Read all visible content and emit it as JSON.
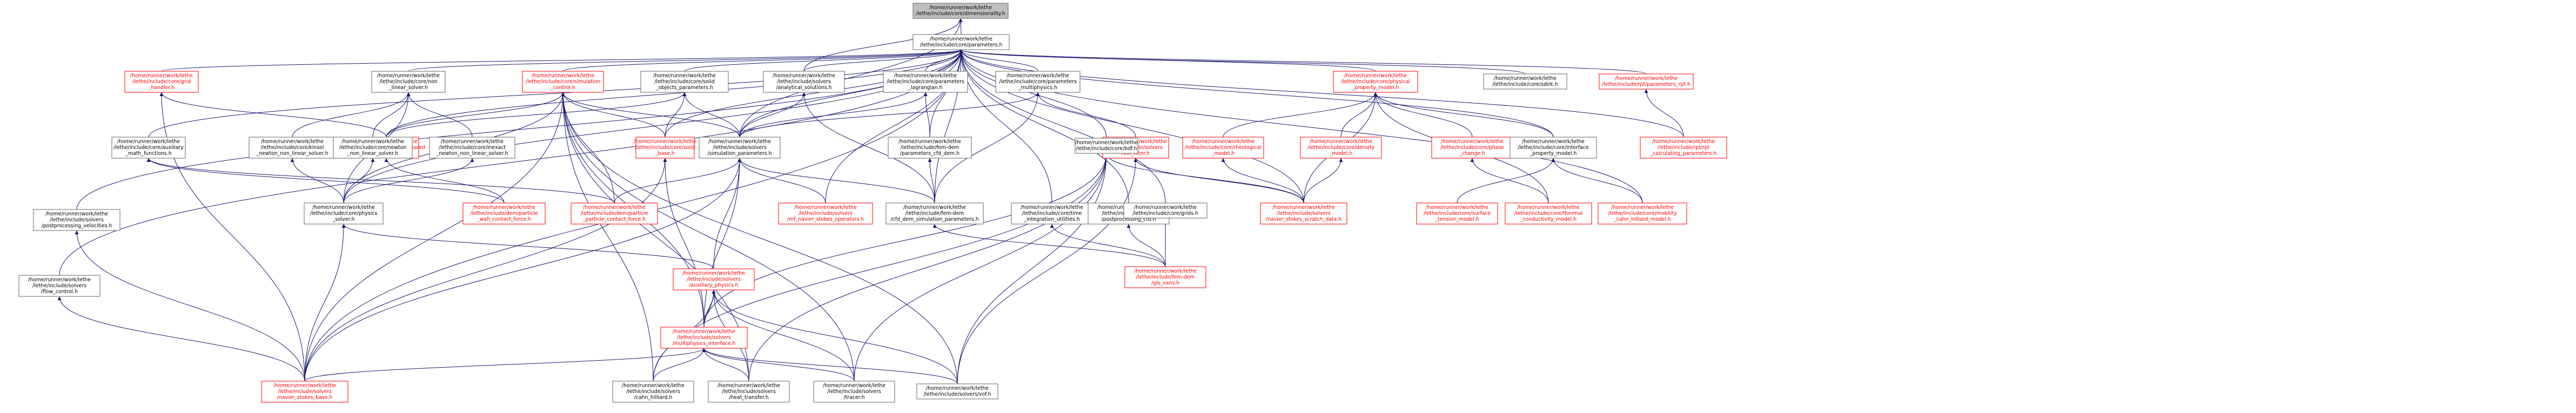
{
  "palette": {
    "edge": "#191970",
    "border": "#666666",
    "root_fill": "#bfbfbf",
    "red": "#ff0000"
  },
  "nodes": [
    {
      "id": "dim",
      "lines": [
        "/home/runner/work/lethe",
        "/lethe/include/core/dimensionality.h"
      ],
      "root": true
    },
    {
      "id": "params",
      "lines": [
        "/home/runner/work/lethe",
        "/lethe/include/core/parameters.h"
      ]
    },
    {
      "id": "grid_handler",
      "lines": [
        "/home/runner/work/lethe",
        "/lethe/include/core/grid",
        "_handler.h"
      ],
      "red": true
    },
    {
      "id": "nonlinear",
      "lines": [
        "/home/runner/work/lethe",
        "/lethe/include/core/non",
        "_linear_solver.h"
      ]
    },
    {
      "id": "sim_control",
      "lines": [
        "/home/runner/work/lethe",
        "/lethe/include/core/simulation",
        "_control.h"
      ],
      "red": true
    },
    {
      "id": "solid_obj",
      "lines": [
        "/home/runner/work/lethe",
        "/lethe/include/core/solid",
        "_objects_parameters.h"
      ]
    },
    {
      "id": "analytical",
      "lines": [
        "/home/runner/work/lethe",
        "/lethe/include/solvers",
        "/analytical_solutions.h"
      ]
    },
    {
      "id": "lagrangian",
      "lines": [
        "/home/runner/work/lethe",
        "/lethe/include/core/parameters",
        "_lagrangian.h"
      ]
    },
    {
      "id": "multiphysics_p",
      "lines": [
        "/home/runner/work/lethe",
        "/lethe/include/core/parameters",
        "_multiphysics.h"
      ]
    },
    {
      "id": "physprop",
      "lines": [
        "/home/runner/work/lethe",
        "/lethe/include/core/physical",
        "_property_model.h"
      ],
      "red": true
    },
    {
      "id": "sdirk",
      "lines": [
        "/home/runner/work/lethe",
        "/lethe/include/core/sdirk.h"
      ]
    },
    {
      "id": "rpt_params",
      "lines": [
        "/home/runner/work/lethe",
        "/lethe/include/rpt/parameters_rpt.h"
      ],
      "red": true
    },
    {
      "id": "aux_math",
      "lines": [
        "/home/runner/work/lethe",
        "/lethe/include/core/auxiliary",
        "_math_functions.h"
      ]
    },
    {
      "id": "ext_solid",
      "lines": [
        "/home/runner/work/lethe",
        "/lethe/include/fem-dem/shared",
        "_solid.h"
      ],
      "red": true
    },
    {
      "id": "kinsol",
      "lines": [
        "/home/runner/work/lethe",
        "/lethe/include/core/kinsol",
        "_newton_non_linear_solver.h"
      ]
    },
    {
      "id": "newton",
      "lines": [
        "/home/runner/work/lethe",
        "/lethe/include/core/newton",
        "_non_linear_solver.h"
      ]
    },
    {
      "id": "inexact",
      "lines": [
        "/home/runner/work/lethe",
        "/lethe/include/core/inexact",
        "_newton_non_linear_solver.h"
      ]
    },
    {
      "id": "solid_base",
      "lines": [
        "/home/runner/work/lethe",
        "/lethe/include/core/solid",
        "_base.h"
      ],
      "red": true
    },
    {
      "id": "sim_params",
      "lines": [
        "/home/runner/work/lethe",
        "/lethe/include/solvers",
        "/simulation_parameters.h"
      ]
    },
    {
      "id": "cfd_dem_params",
      "lines": [
        "/home/runner/work/lethe",
        "/lethe/include/fem-dem",
        "/parameters_cfd_dem.h"
      ]
    },
    {
      "id": "vof_filter",
      "lines": [
        "/home/runner/work/lethe",
        "/lethe/include/solvers",
        "/vof_filter.h"
      ],
      "red": true
    },
    {
      "id": "rheo",
      "lines": [
        "/home/runner/work/lethe",
        "/lethe/include/core/rheological",
        "_model.h"
      ],
      "red": true
    },
    {
      "id": "density",
      "lines": [
        "/home/runner/work/lethe",
        "/lethe/include/core/density",
        "_model.h"
      ],
      "red": true
    },
    {
      "id": "phase_change",
      "lines": [
        "/home/runner/work/lethe",
        "/lethe/include/core/phase",
        "_change.h"
      ],
      "red": true
    },
    {
      "id": "interface_prop",
      "lines": [
        "/home/runner/work/lethe",
        "/lethe/include/core/interface",
        "_property_model.h"
      ]
    },
    {
      "id": "rpt_calc",
      "lines": [
        "/home/runner/work/lethe",
        "/lethe/include/rpt/rpt",
        "_calculating_parameters.h"
      ],
      "red": true
    },
    {
      "id": "postproc_vel",
      "lines": [
        "/home/runner/work/lethe",
        "/lethe/include/solvers",
        "/postprocessing_velocities.h"
      ]
    },
    {
      "id": "dem_wall",
      "lines": [
        "/home/runner/work/lethe",
        "/lethe/include/dem/particle",
        "_wall_contact_force.h"
      ],
      "red": true
    },
    {
      "id": "phys_solver",
      "lines": [
        "/home/runner/work/lethe",
        "/lethe/include/core/physics",
        "_solver.h"
      ]
    },
    {
      "id": "dem_pp",
      "lines": [
        "/home/runner/work/lethe",
        "/lethe/include/dem/particle",
        "_particle_contact_force.h"
      ],
      "red": true
    },
    {
      "id": "mf_ns",
      "lines": [
        "/home/runner/work/lethe",
        "/lethe/include/solvers",
        "/mf_navier_stokes_operators.h"
      ],
      "red": true
    },
    {
      "id": "cfd_dem_sim",
      "lines": [
        "/home/runner/work/lethe",
        "/lethe/include/fem-dem",
        "/cfd_dem_simulation_parameters.h"
      ]
    },
    {
      "id": "time_integ",
      "lines": [
        "/home/runner/work/lethe",
        "/lethe/include/core/time",
        "_integration_utilities.h"
      ]
    },
    {
      "id": "postproc_cfd",
      "lines": [
        "/home/runner/work/lethe",
        "/lethe/include/solvers",
        "/postprocessing_cfd.h"
      ]
    },
    {
      "id": "bdf",
      "lines": [
        "/home/runner/work/lethe",
        "/lethe/include/core/bdf.h"
      ]
    },
    {
      "id": "grids",
      "lines": [
        "/home/runner/work/lethe",
        "/lethe/include/core/grids.h"
      ]
    },
    {
      "id": "ns_scratch",
      "lines": [
        "/home/runner/work/lethe",
        "/lethe/include/solvers",
        "/navier_stokes_scratch_data.h"
      ],
      "red": true
    },
    {
      "id": "surface_tension",
      "lines": [
        "/home/runner/work/lethe",
        "/lethe/include/core/surface",
        "_tension_model.h"
      ],
      "red": true
    },
    {
      "id": "thermal_cond",
      "lines": [
        "/home/runner/work/lethe",
        "/lethe/include/core/thermal",
        "_conductivity_model.h"
      ],
      "red": true
    },
    {
      "id": "mobility",
      "lines": [
        "/home/runner/work/lethe",
        "/lethe/include/core/mobility",
        "_cahn_hilliard_model.h"
      ],
      "red": true
    },
    {
      "id": "flow_control",
      "lines": [
        "/home/runner/work/lethe",
        "/lethe/include/solvers",
        "/flow_control.h"
      ]
    },
    {
      "id": "aux_physics",
      "lines": [
        "/home/runner/work/lethe",
        "/lethe/include/solvers",
        "/auxiliary_physics.h"
      ],
      "red": true
    },
    {
      "id": "gls_vans",
      "lines": [
        "/home/runner/work/lethe",
        "/lethe/include/fem-dem",
        "/gls_vans.h"
      ],
      "red": true
    },
    {
      "id": "mp_interface",
      "lines": [
        "/home/runner/work/lethe",
        "/lethe/include/solvers",
        "/multiphysics_interface.h"
      ],
      "red": true
    },
    {
      "id": "ns_base",
      "lines": [
        "/home/runner/work/lethe",
        "/lethe/include/solvers",
        "/navier_stokes_base.h"
      ],
      "red": true
    },
    {
      "id": "cahn",
      "lines": [
        "/home/runner/work/lethe",
        "/lethe/include/solvers",
        "/cahn_hilliard.h"
      ]
    },
    {
      "id": "heat",
      "lines": [
        "/home/runner/work/lethe",
        "/lethe/include/solvers",
        "/heat_transfer.h"
      ]
    },
    {
      "id": "tracer",
      "lines": [
        "/home/runner/work/lethe",
        "/lethe/include/solvers",
        "/tracer.h"
      ]
    },
    {
      "id": "vof",
      "lines": [
        "/home/runner/work/lethe",
        "/lethe/include/solvers/vof.h"
      ]
    }
  ]
}
